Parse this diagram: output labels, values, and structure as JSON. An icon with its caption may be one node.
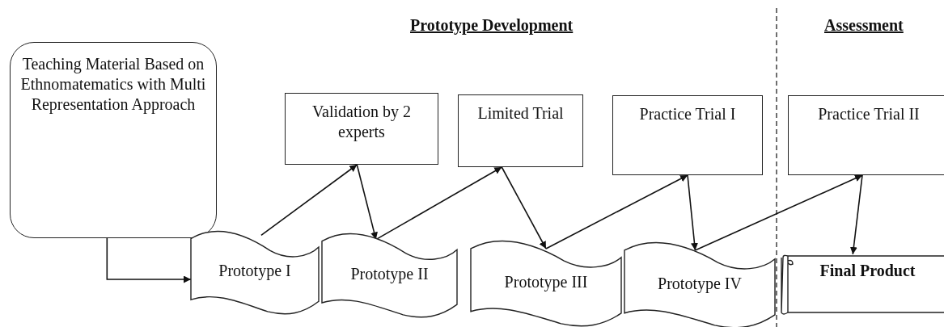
{
  "diagram": {
    "nodes": [
      {
        "text": [
          "Teaching Material Based on Ethnomatematics with Multi Representation Approach"
        ]
      },
      {
        "text": [
          "Prototype I"
        ]
      },
      {
        "text": [
          "Prototype II"
        ]
      },
      {
        "text": [
          "Prototype III"
        ]
      },
      {
        "text": [
          "Prototype IV"
        ]
      },
      {
        "text": [
          "Final Product"
        ]
      },
      {
        "text": [
          "Validation by 2 experts"
        ]
      },
      {
        "text": [
          "Limited Trial"
        ]
      },
      {
        "text": [
          "Practice Trial I"
        ]
      },
      {
        "text": [
          "Practice Trial II"
        ]
      }
    ],
    "edges": [
      {
        "from": 0,
        "to": 1,
        "arrow": "to"
      },
      {
        "from": 1,
        "to": 6,
        "arrow": "to"
      },
      {
        "from": 6,
        "to": 2,
        "arrow": "to"
      },
      {
        "from": 2,
        "to": 7,
        "arrow": "to"
      },
      {
        "from": 7,
        "to": 3,
        "arrow": "to"
      },
      {
        "from": 3,
        "to": 8,
        "arrow": "to"
      },
      {
        "from": 8,
        "to": 4,
        "arrow": "to"
      },
      {
        "from": 4,
        "to": 9,
        "arrow": "to"
      },
      {
        "from": 9,
        "to": 5,
        "arrow": "to"
      }
    ],
    "labels": [
      "Prototype Development",
      "Assessment"
    ]
  }
}
